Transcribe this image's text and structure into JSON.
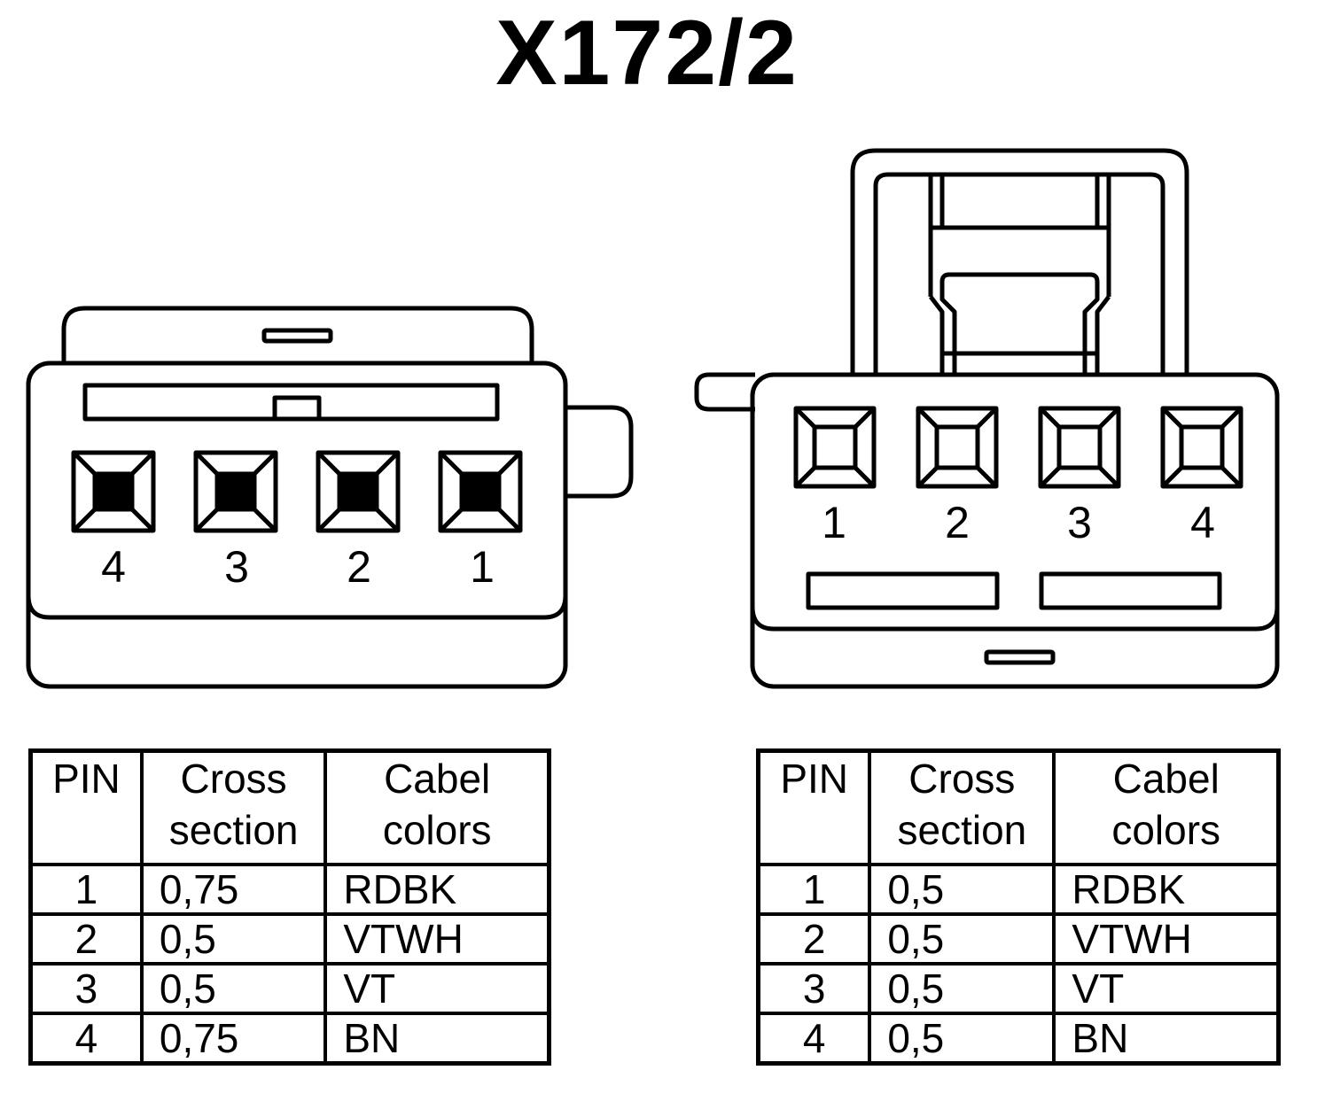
{
  "title": "X172/2",
  "connectors": {
    "left": {
      "pin_labels": [
        "4",
        "3",
        "2",
        "1"
      ]
    },
    "right": {
      "pin_labels": [
        "1",
        "2",
        "3",
        "4"
      ]
    }
  },
  "tables": {
    "headers": {
      "pin": "PIN",
      "cross_line1": "Cross",
      "cross_line2": "section",
      "color_line1": "Cabel",
      "color_line2": "colors"
    },
    "left": {
      "rows": [
        {
          "pin": "1",
          "cross_section": "0,75",
          "cable_color": "RDBK"
        },
        {
          "pin": "2",
          "cross_section": "0,5",
          "cable_color": "VTWH"
        },
        {
          "pin": "3",
          "cross_section": "0,5",
          "cable_color": "VT"
        },
        {
          "pin": "4",
          "cross_section": "0,75",
          "cable_color": "BN"
        }
      ]
    },
    "right": {
      "rows": [
        {
          "pin": "1",
          "cross_section": "0,5",
          "cable_color": "RDBK"
        },
        {
          "pin": "2",
          "cross_section": "0,5",
          "cable_color": "VTWH"
        },
        {
          "pin": "3",
          "cross_section": "0,5",
          "cable_color": "VT"
        },
        {
          "pin": "4",
          "cross_section": "0,5",
          "cable_color": "BN"
        }
      ]
    }
  }
}
